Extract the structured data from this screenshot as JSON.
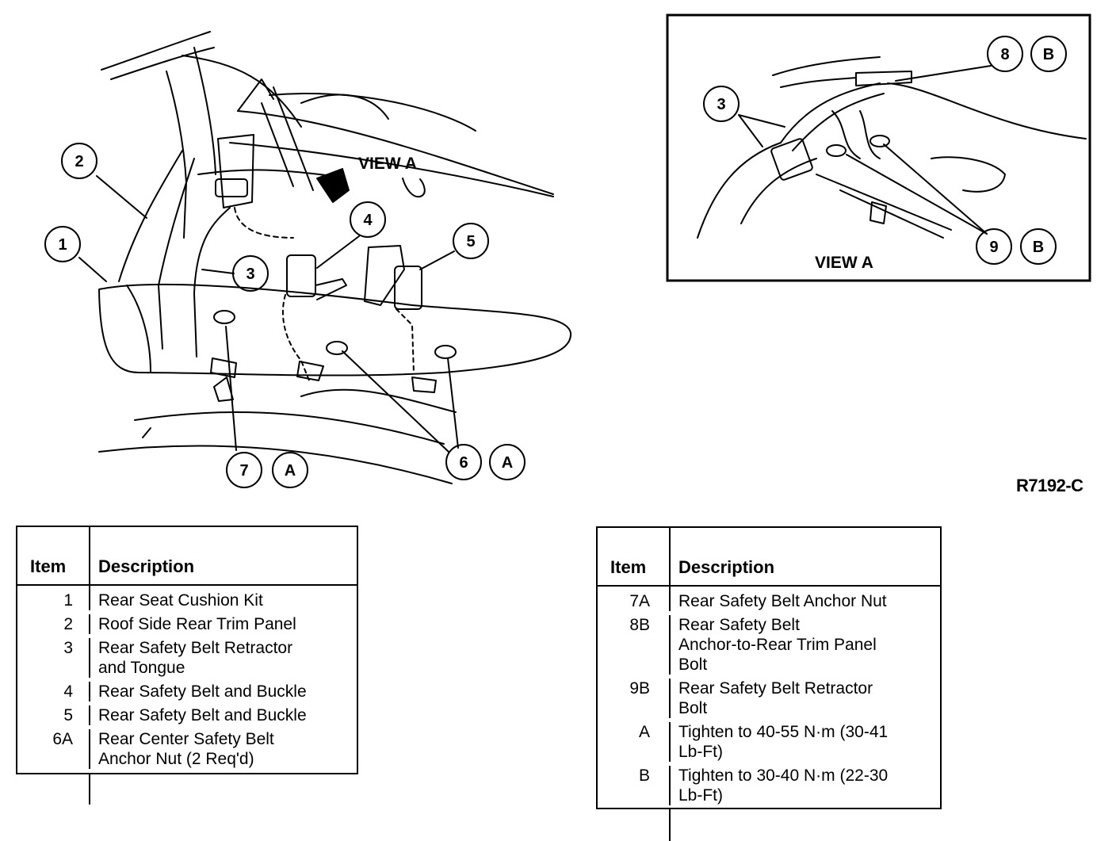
{
  "figure_code": "R7192-C",
  "view_label": "VIEW A",
  "inset_view_label": "VIEW A",
  "callouts": {
    "c1": "1",
    "c2": "2",
    "c3": "3",
    "c4": "4",
    "c5": "5",
    "c6": "6",
    "c6_torque": "A",
    "c7": "7",
    "c7_torque": "A",
    "c3_inset": "3",
    "c8": "8",
    "c8_torque": "B",
    "c9": "9",
    "c9_torque": "B"
  },
  "legend_left": {
    "header_item": "Item",
    "header_description": "Description",
    "rows": [
      {
        "item": "1",
        "description": [
          "Rear Seat Cushion Kit"
        ]
      },
      {
        "item": "2",
        "description": [
          "Roof Side Rear Trim Panel"
        ]
      },
      {
        "item": "3",
        "description": [
          "Rear Safety Belt Retractor",
          "and Tongue"
        ]
      },
      {
        "item": "4",
        "description": [
          "Rear Safety Belt and Buckle"
        ]
      },
      {
        "item": "5",
        "description": [
          "Rear Safety Belt and Buckle"
        ]
      },
      {
        "item": "6A",
        "description": [
          "Rear Center Safety Belt",
          "Anchor Nut (2 Req'd)"
        ]
      }
    ]
  },
  "legend_right": {
    "header_item": "Item",
    "header_description": "Description",
    "rows": [
      {
        "item": "7A",
        "description": [
          "Rear Safety Belt Anchor Nut"
        ]
      },
      {
        "item": "8B",
        "description": [
          "Rear Safety Belt",
          "Anchor-to-Rear Trim Panel",
          "Bolt"
        ]
      },
      {
        "item": "9B",
        "description": [
          "Rear Safety Belt Retractor",
          "Bolt"
        ]
      },
      {
        "item": "A",
        "description": [
          "Tighten to 40-55 N·m (30-41",
          "Lb-Ft)"
        ]
      },
      {
        "item": "B",
        "description": [
          "Tighten to 30-40 N·m (22-30",
          "Lb-Ft)"
        ]
      }
    ]
  }
}
